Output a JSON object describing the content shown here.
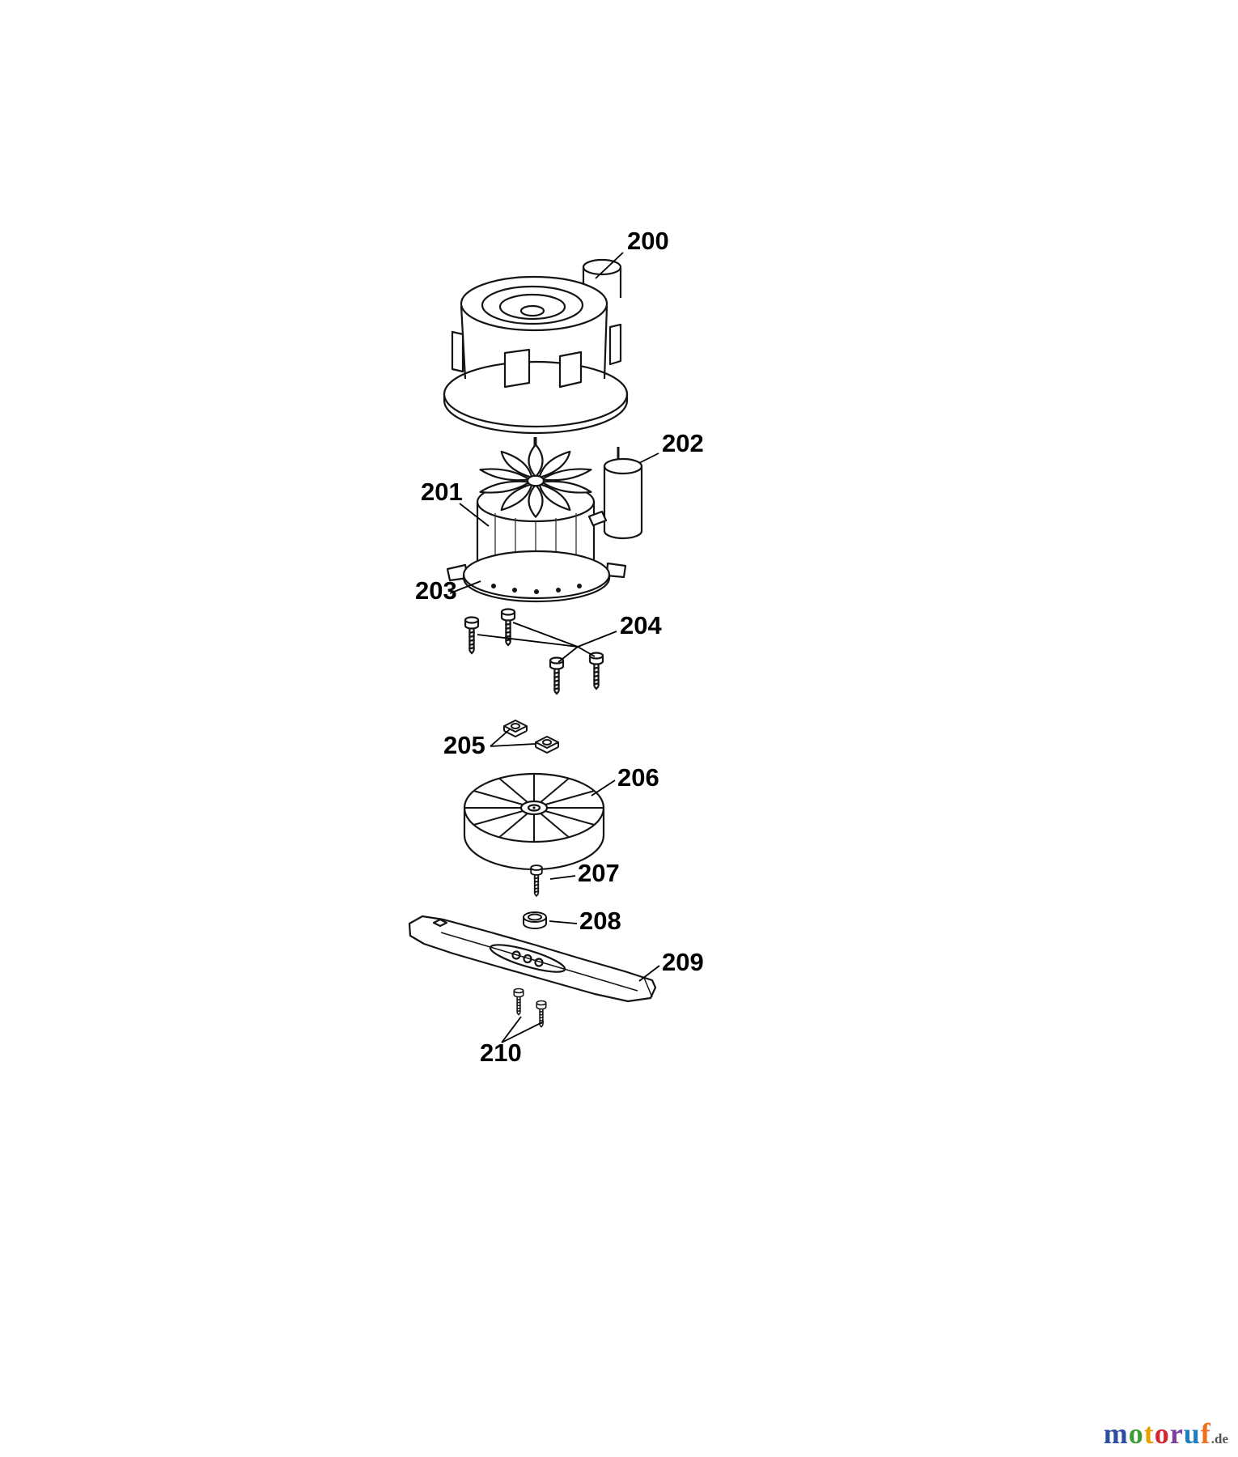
{
  "diagram": {
    "part_labels": [
      "200",
      "201",
      "202",
      "203",
      "204",
      "205",
      "206",
      "207",
      "208",
      "209",
      "210"
    ]
  },
  "watermark": {
    "letters": [
      {
        "char": "m",
        "color": "#2b4ea0"
      },
      {
        "char": "o",
        "color": "#3f9c35"
      },
      {
        "char": "t",
        "color": "#e8a000"
      },
      {
        "char": "o",
        "color": "#d22630"
      },
      {
        "char": "r",
        "color": "#7a3fa0"
      },
      {
        "char": "u",
        "color": "#1e7fc0"
      },
      {
        "char": "f",
        "color": "#f07020"
      }
    ],
    "suffix": ".de",
    "suffix_color": "#555555"
  }
}
